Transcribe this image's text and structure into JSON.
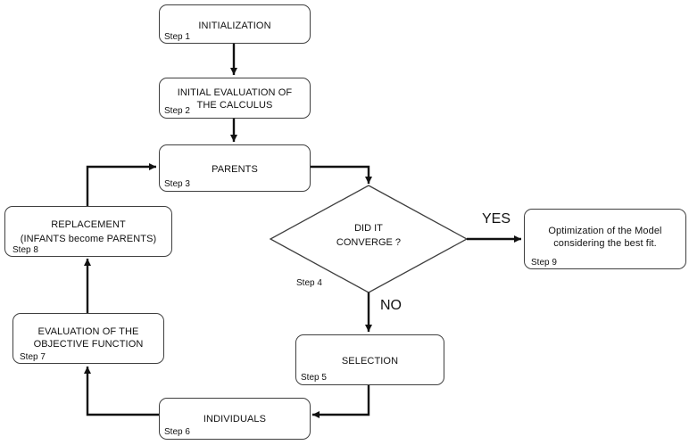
{
  "diagram": {
    "nodes": {
      "initialization": {
        "title": "INITIALIZATION",
        "step": "Step 1"
      },
      "initial_evaluation": {
        "title_line1": "INITIAL EVALUATION OF",
        "title_line2": "THE CALCULUS",
        "step": "Step 2"
      },
      "parents": {
        "title": "PARENTS",
        "step": "Step 3"
      },
      "convergence": {
        "title_line1": "DID IT",
        "title_line2": "CONVERGE ?",
        "step": "Step 4"
      },
      "selection": {
        "title": "SELECTION",
        "step": "Step 5"
      },
      "individuals": {
        "title": "INDIVIDUALS",
        "step": "Step 6"
      },
      "objective_evaluation": {
        "title_line1": "EVALUATION OF THE",
        "title_line2": "OBJECTIVE FUNCTION",
        "step": "Step 7"
      },
      "replacement": {
        "title_line1": "REPLACEMENT",
        "title_line2": "(INFANTS become PARENTS)",
        "step": "Step 8"
      },
      "optimization": {
        "title_line1": "Optimization of the Model",
        "title_line2": "considering the best fit.",
        "step": "Step 9"
      }
    },
    "edge_labels": {
      "yes": "YES",
      "no": "NO"
    }
  }
}
